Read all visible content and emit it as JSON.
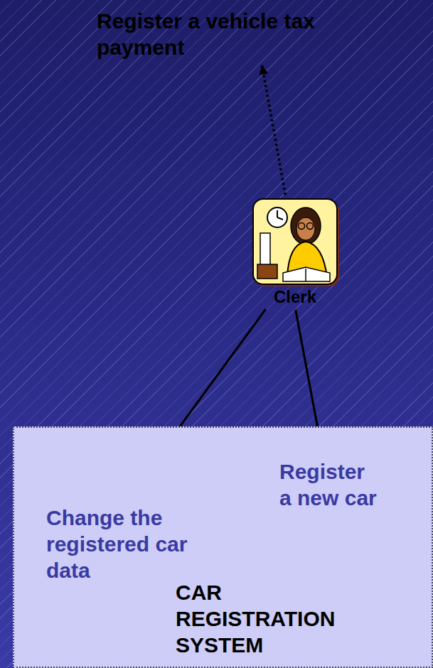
{
  "diagram": {
    "nodes": [
      {
        "text": [
          "Register a vehicle tax payment"
        ]
      },
      {
        "text": [
          "Clerk"
        ]
      },
      {
        "text": [
          "CAR REGISTRATION SYSTEM"
        ]
      },
      {
        "text": [
          "Register a new car"
        ],
        "in": 2
      },
      {
        "text": [
          "Change the registered car data"
        ],
        "in": 2
      }
    ],
    "edges": [
      {
        "from": 1,
        "to": 0,
        "arrow": "to"
      },
      {
        "from": 1,
        "to": 3,
        "arrow": "to"
      },
      {
        "from": 1,
        "to": 4,
        "arrow": "to"
      }
    ]
  }
}
